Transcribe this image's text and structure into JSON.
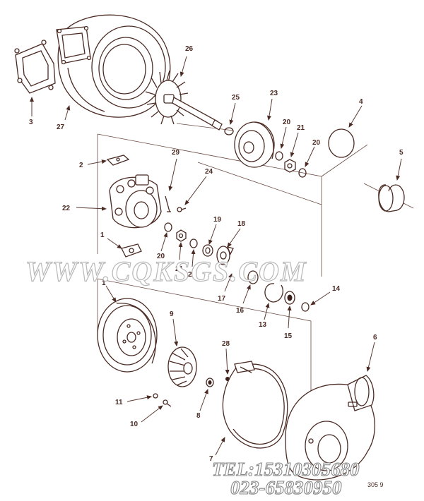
{
  "watermark": "WWW.CQKSGS.COM",
  "contact": {
    "tel": "TEL:15310305680",
    "phone": "023-65830950"
  },
  "figure_code": "305 9",
  "callouts": {
    "c1a": "1",
    "c1b": "1",
    "c2": "2",
    "c3": "3",
    "c4": "4",
    "c5": "5",
    "c6": "6",
    "c7": "7",
    "c8": "8",
    "c9": "9",
    "c10": "10",
    "c11": "11",
    "c13": "13",
    "c14": "14",
    "c15": "15",
    "c16": "16",
    "c17": "17",
    "c18": "18",
    "c19": "19",
    "c20a": "20",
    "c20b": "20",
    "c20c": "20",
    "c20d": "20",
    "c21a": "21",
    "c21b": "21",
    "c22": "22",
    "c23": "23",
    "c24": "24",
    "c25": "25",
    "c26": "26",
    "c27": "27",
    "c28": "28",
    "c29": "29"
  }
}
